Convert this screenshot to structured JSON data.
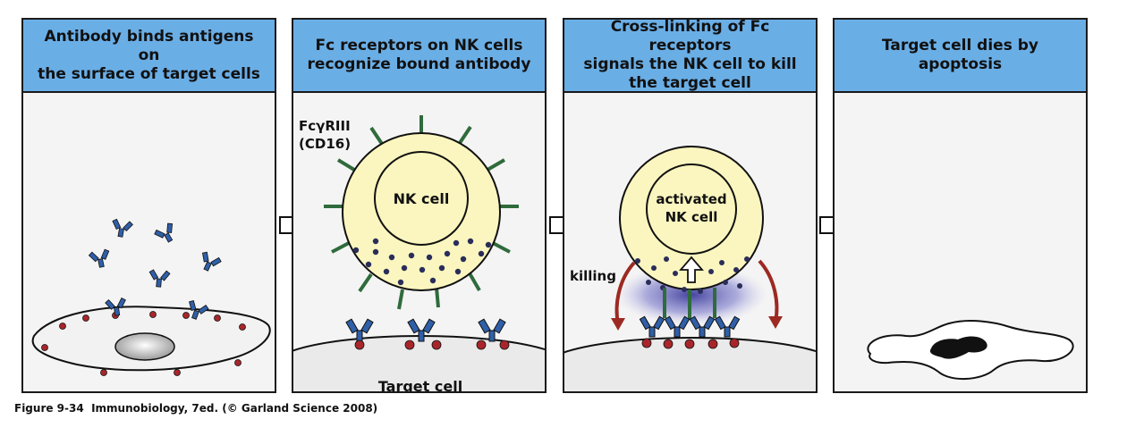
{
  "panels": [
    {
      "title": "Antibody binds antigens on\nthe surface of target cells"
    },
    {
      "title": "Fc receptors on NK cells\nrecognize bound antibody",
      "receptor_label_1": "FcγRIII",
      "receptor_label_2": "(CD16)",
      "cell_label": "NK cell",
      "target_label": "Target cell"
    },
    {
      "title": "Cross-linking of Fc receptors\nsignals the NK cell to kill\nthe target cell",
      "cell_label_1": "activated",
      "cell_label_2": "NK cell",
      "killing_label": "killing"
    },
    {
      "title": "Target cell dies by\napoptosis"
    }
  ],
  "caption": {
    "figure": "Figure 9-34",
    "book": "Immunobiology, 7ed.",
    "credit": "(© Garland Science 2008)"
  },
  "colors": {
    "header_blue": "#6aaee6",
    "antibody_blue": "#2f5fa8",
    "antigen_red": "#a8262b",
    "cell_yellow": "#fbf6bf",
    "receptor_green": "#2f6b3c",
    "granule_navy": "#2a2d5a",
    "killing_arrow": "#9c2a22"
  }
}
